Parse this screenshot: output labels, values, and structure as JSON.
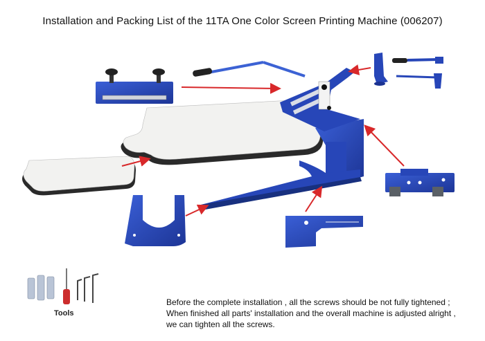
{
  "title": "Installation and Packing List of the 11TA One Color Screen Printing Machine (006207)",
  "tools_label": "Tools",
  "note_lines": [
    "Before the complete installation , all the screws should be not fully tightened ;",
    "When finished all parts'  installation and the overall machine is adjusted alright ,",
    "we can tighten all the screws."
  ],
  "colors": {
    "frame_blue": "#2746b8",
    "arrow_red": "#d8282a",
    "platen_white": "#f2f2f0",
    "platen_edge": "#3a3a3a"
  },
  "icons": [
    "screen-clamp",
    "large-platen",
    "small-platen",
    "machine-frame",
    "handle-arm",
    "clamp-bar",
    "hinge-plate",
    "base-bracket",
    "support-arm",
    "wrench-set",
    "screwdriver",
    "hex-keys"
  ]
}
